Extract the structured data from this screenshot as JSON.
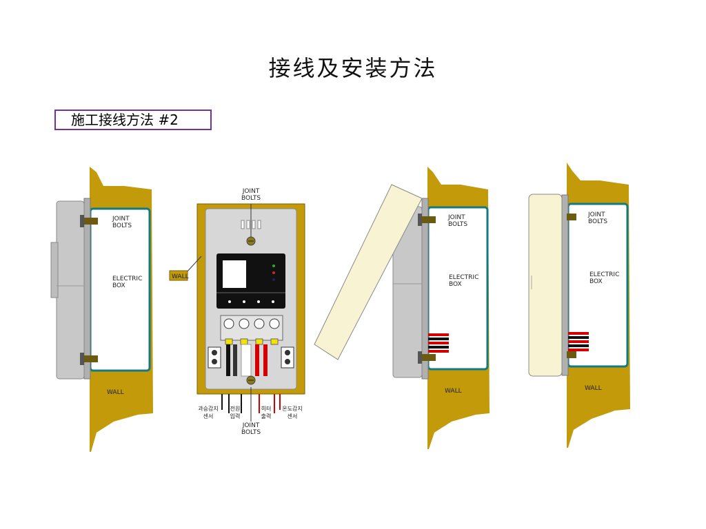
{
  "title": "接线及安装方法",
  "section_label": "施工接线方法 #2",
  "labels": {
    "joint": "JOINT",
    "bolts": "BOLTS",
    "electric": "ELECTRIC",
    "box": "BOX",
    "wall": "WALL"
  },
  "wire_labels": [
    {
      "line1": "과승감지",
      "line2": "센서"
    },
    {
      "line1": "전원",
      "line2": "입력"
    },
    {
      "line1": "히터",
      "line2": "출력"
    },
    {
      "line1": "온도감지",
      "line2": "센서"
    }
  ],
  "colors": {
    "wall": "#c29a0a",
    "box_border": "#127a80",
    "panel_gray": "#c8c8c8",
    "cover_cream": "#f8f3d3",
    "title_border": "#7030a0"
  }
}
